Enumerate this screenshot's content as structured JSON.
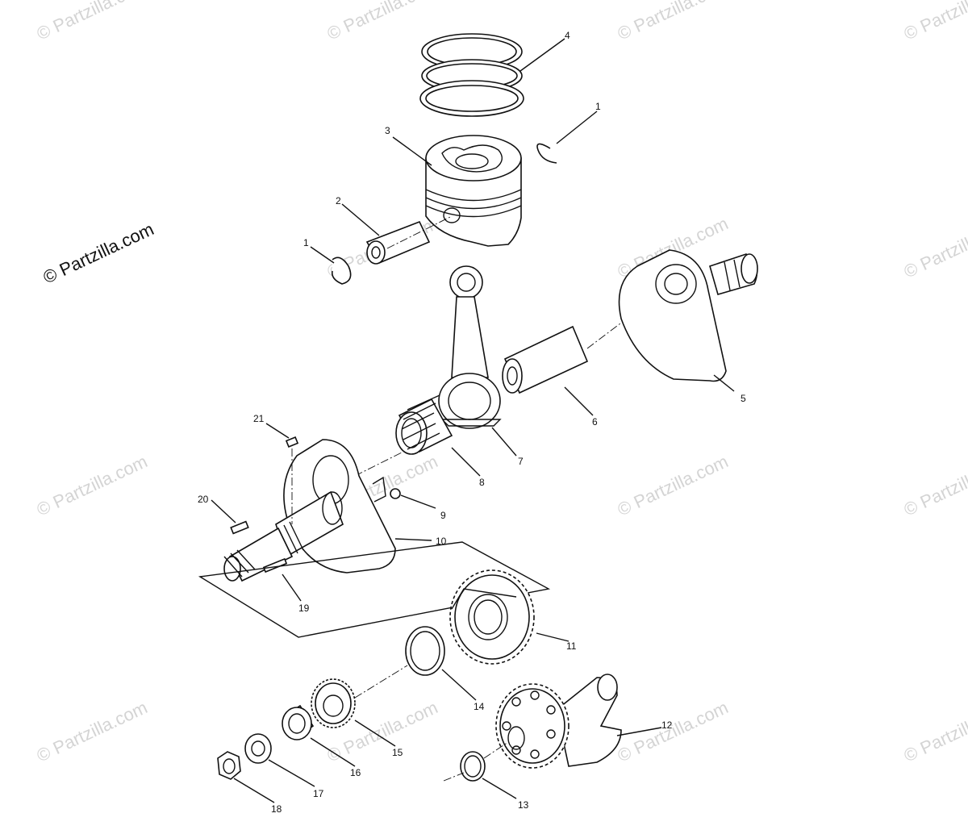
{
  "watermark": "© Partzilla.com",
  "copyright": "© Partzilla.com",
  "parts": [
    {
      "id": "1a",
      "number": "1",
      "name": "circlip-right"
    },
    {
      "id": "1b",
      "number": "1",
      "name": "circlip-left"
    },
    {
      "id": "2",
      "number": "2",
      "name": "piston-pin"
    },
    {
      "id": "3",
      "number": "3",
      "name": "piston"
    },
    {
      "id": "4",
      "number": "4",
      "name": "piston-ring-set"
    },
    {
      "id": "5",
      "number": "5",
      "name": "crankshaft-half-right"
    },
    {
      "id": "6",
      "number": "6",
      "name": "crank-pin"
    },
    {
      "id": "7",
      "number": "7",
      "name": "connecting-rod"
    },
    {
      "id": "8",
      "number": "8",
      "name": "needle-bearing"
    },
    {
      "id": "9",
      "number": "9",
      "name": "ball"
    },
    {
      "id": "10",
      "number": "10",
      "name": "crankshaft-half-left"
    },
    {
      "id": "11",
      "number": "11",
      "name": "gear-large"
    },
    {
      "id": "12",
      "number": "12",
      "name": "balancer-shaft"
    },
    {
      "id": "13",
      "number": "13",
      "name": "washer-small"
    },
    {
      "id": "14",
      "number": "14",
      "name": "washer"
    },
    {
      "id": "15",
      "number": "15",
      "name": "sprocket-gear"
    },
    {
      "id": "16",
      "number": "16",
      "name": "spacer"
    },
    {
      "id": "17",
      "number": "17",
      "name": "washer-flat"
    },
    {
      "id": "18",
      "number": "18",
      "name": "nut"
    },
    {
      "id": "19",
      "number": "19",
      "name": "pin-long"
    },
    {
      "id": "20",
      "number": "20",
      "name": "key-20"
    },
    {
      "id": "21",
      "number": "21",
      "name": "key-21"
    }
  ]
}
